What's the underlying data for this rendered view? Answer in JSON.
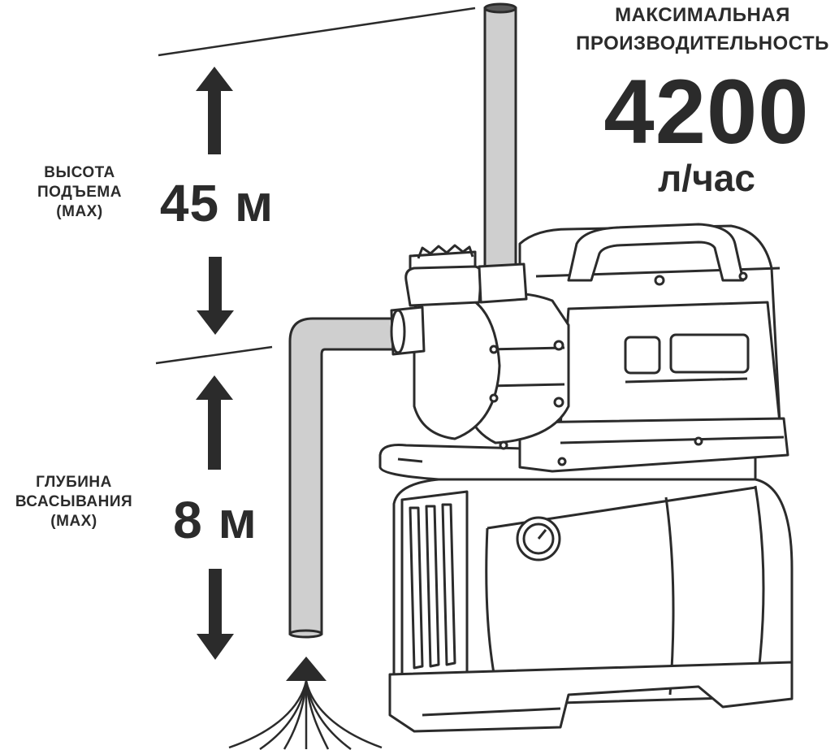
{
  "performance": {
    "caption_line1": "МАКСИМАЛЬНАЯ",
    "caption_line2": "ПРОИЗВОДИТЕЛЬНОСТЬ",
    "value": "4200",
    "unit": "л/час"
  },
  "lift_height": {
    "caption_line1": "ВЫСОТА",
    "caption_line2": "ПОДЪЕМА",
    "caption_line3": "(MAX)",
    "value": "45 м"
  },
  "suction_depth": {
    "caption_line1": "ГЛУБИНА",
    "caption_line2": "ВСАСЫВАНИЯ",
    "caption_line3": "(MAX)",
    "value": "8 м"
  },
  "colors": {
    "ink": "#2b2b2b",
    "pipe_fill": "#cfcfcf",
    "background": "#ffffff"
  },
  "icons": [
    "arrow-up-icon",
    "arrow-down-icon",
    "water-flow-icon",
    "pressure-gauge-icon"
  ]
}
